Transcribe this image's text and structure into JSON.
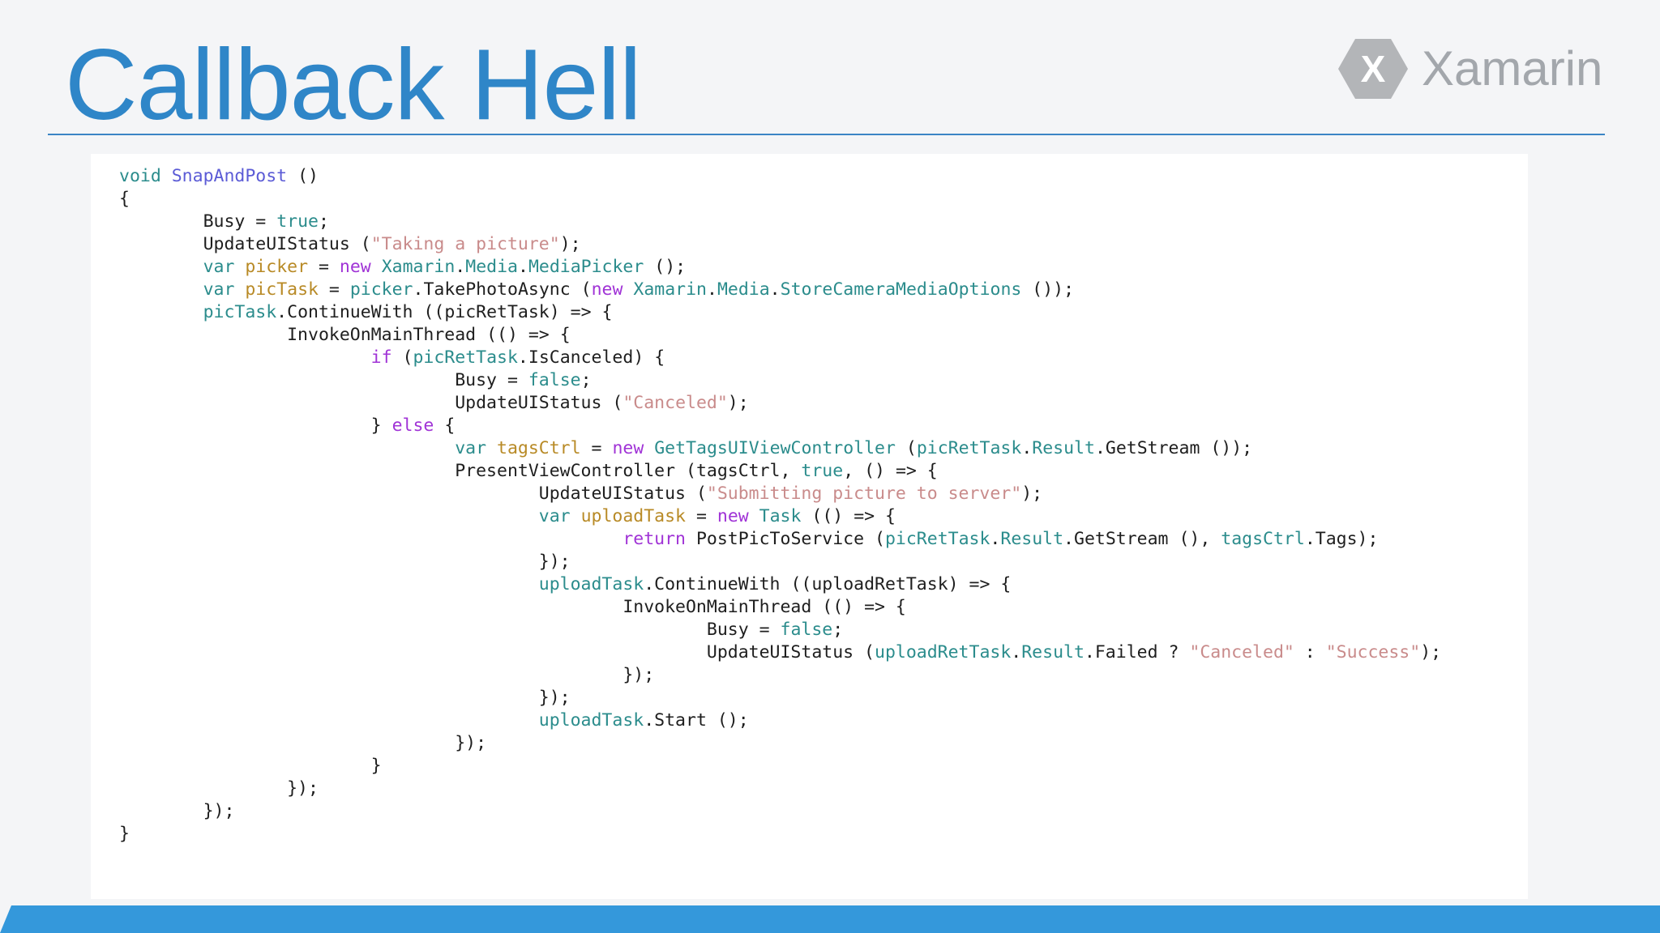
{
  "slide": {
    "title": "Callback Hell"
  },
  "logo": {
    "mark": "X",
    "wordmark": "Xamarin",
    "mark_color": "#b3b5b8",
    "icon": "hexagon-x-logo-icon"
  },
  "colors": {
    "title": "#2f86c8",
    "rule": "#3b85c5",
    "bottom_bar": "#3498db",
    "keyword": "#a033d6",
    "type": "#2b8c8c",
    "string": "#c98b8b",
    "identifier": "#2b8c8c",
    "variable": "#b88a26",
    "method": "#5b5bd6"
  },
  "code": {
    "lines": [
      "void SnapAndPost ()",
      "{",
      "        Busy = true;",
      "        UpdateUIStatus (\"Taking a picture\");",
      "        var picker = new Xamarin.Media.MediaPicker ();",
      "        var picTask = picker.TakePhotoAsync (new Xamarin.Media.StoreCameraMediaOptions ());",
      "        picTask.ContinueWith ((picRetTask) => {",
      "                InvokeOnMainThread (() => {",
      "                        if (picRetTask.IsCanceled) {",
      "                                Busy = false;",
      "                                UpdateUIStatus (\"Canceled\");",
      "                        } else {",
      "                                var tagsCtrl = new GetTagsUIViewController (picRetTask.Result.GetStream ());",
      "                                PresentViewController (tagsCtrl, true, () => {",
      "                                        UpdateUIStatus (\"Submitting picture to server\");",
      "                                        var uploadTask = new Task (() => {",
      "                                                return PostPicToService (picRetTask.Result.GetStream (), tagsCtrl.Tags);",
      "                                        });",
      "                                        uploadTask.ContinueWith ((uploadRetTask) => {",
      "                                                InvokeOnMainThread (() => {",
      "                                                        Busy = false;",
      "                                                        UpdateUIStatus (uploadRetTask.Result.Failed ? \"Canceled\" : \"Success\");",
      "                                                });",
      "                                        });",
      "                                        uploadTask.Start ();",
      "                                });",
      "                        }",
      "                });",
      "        });",
      "}"
    ]
  }
}
